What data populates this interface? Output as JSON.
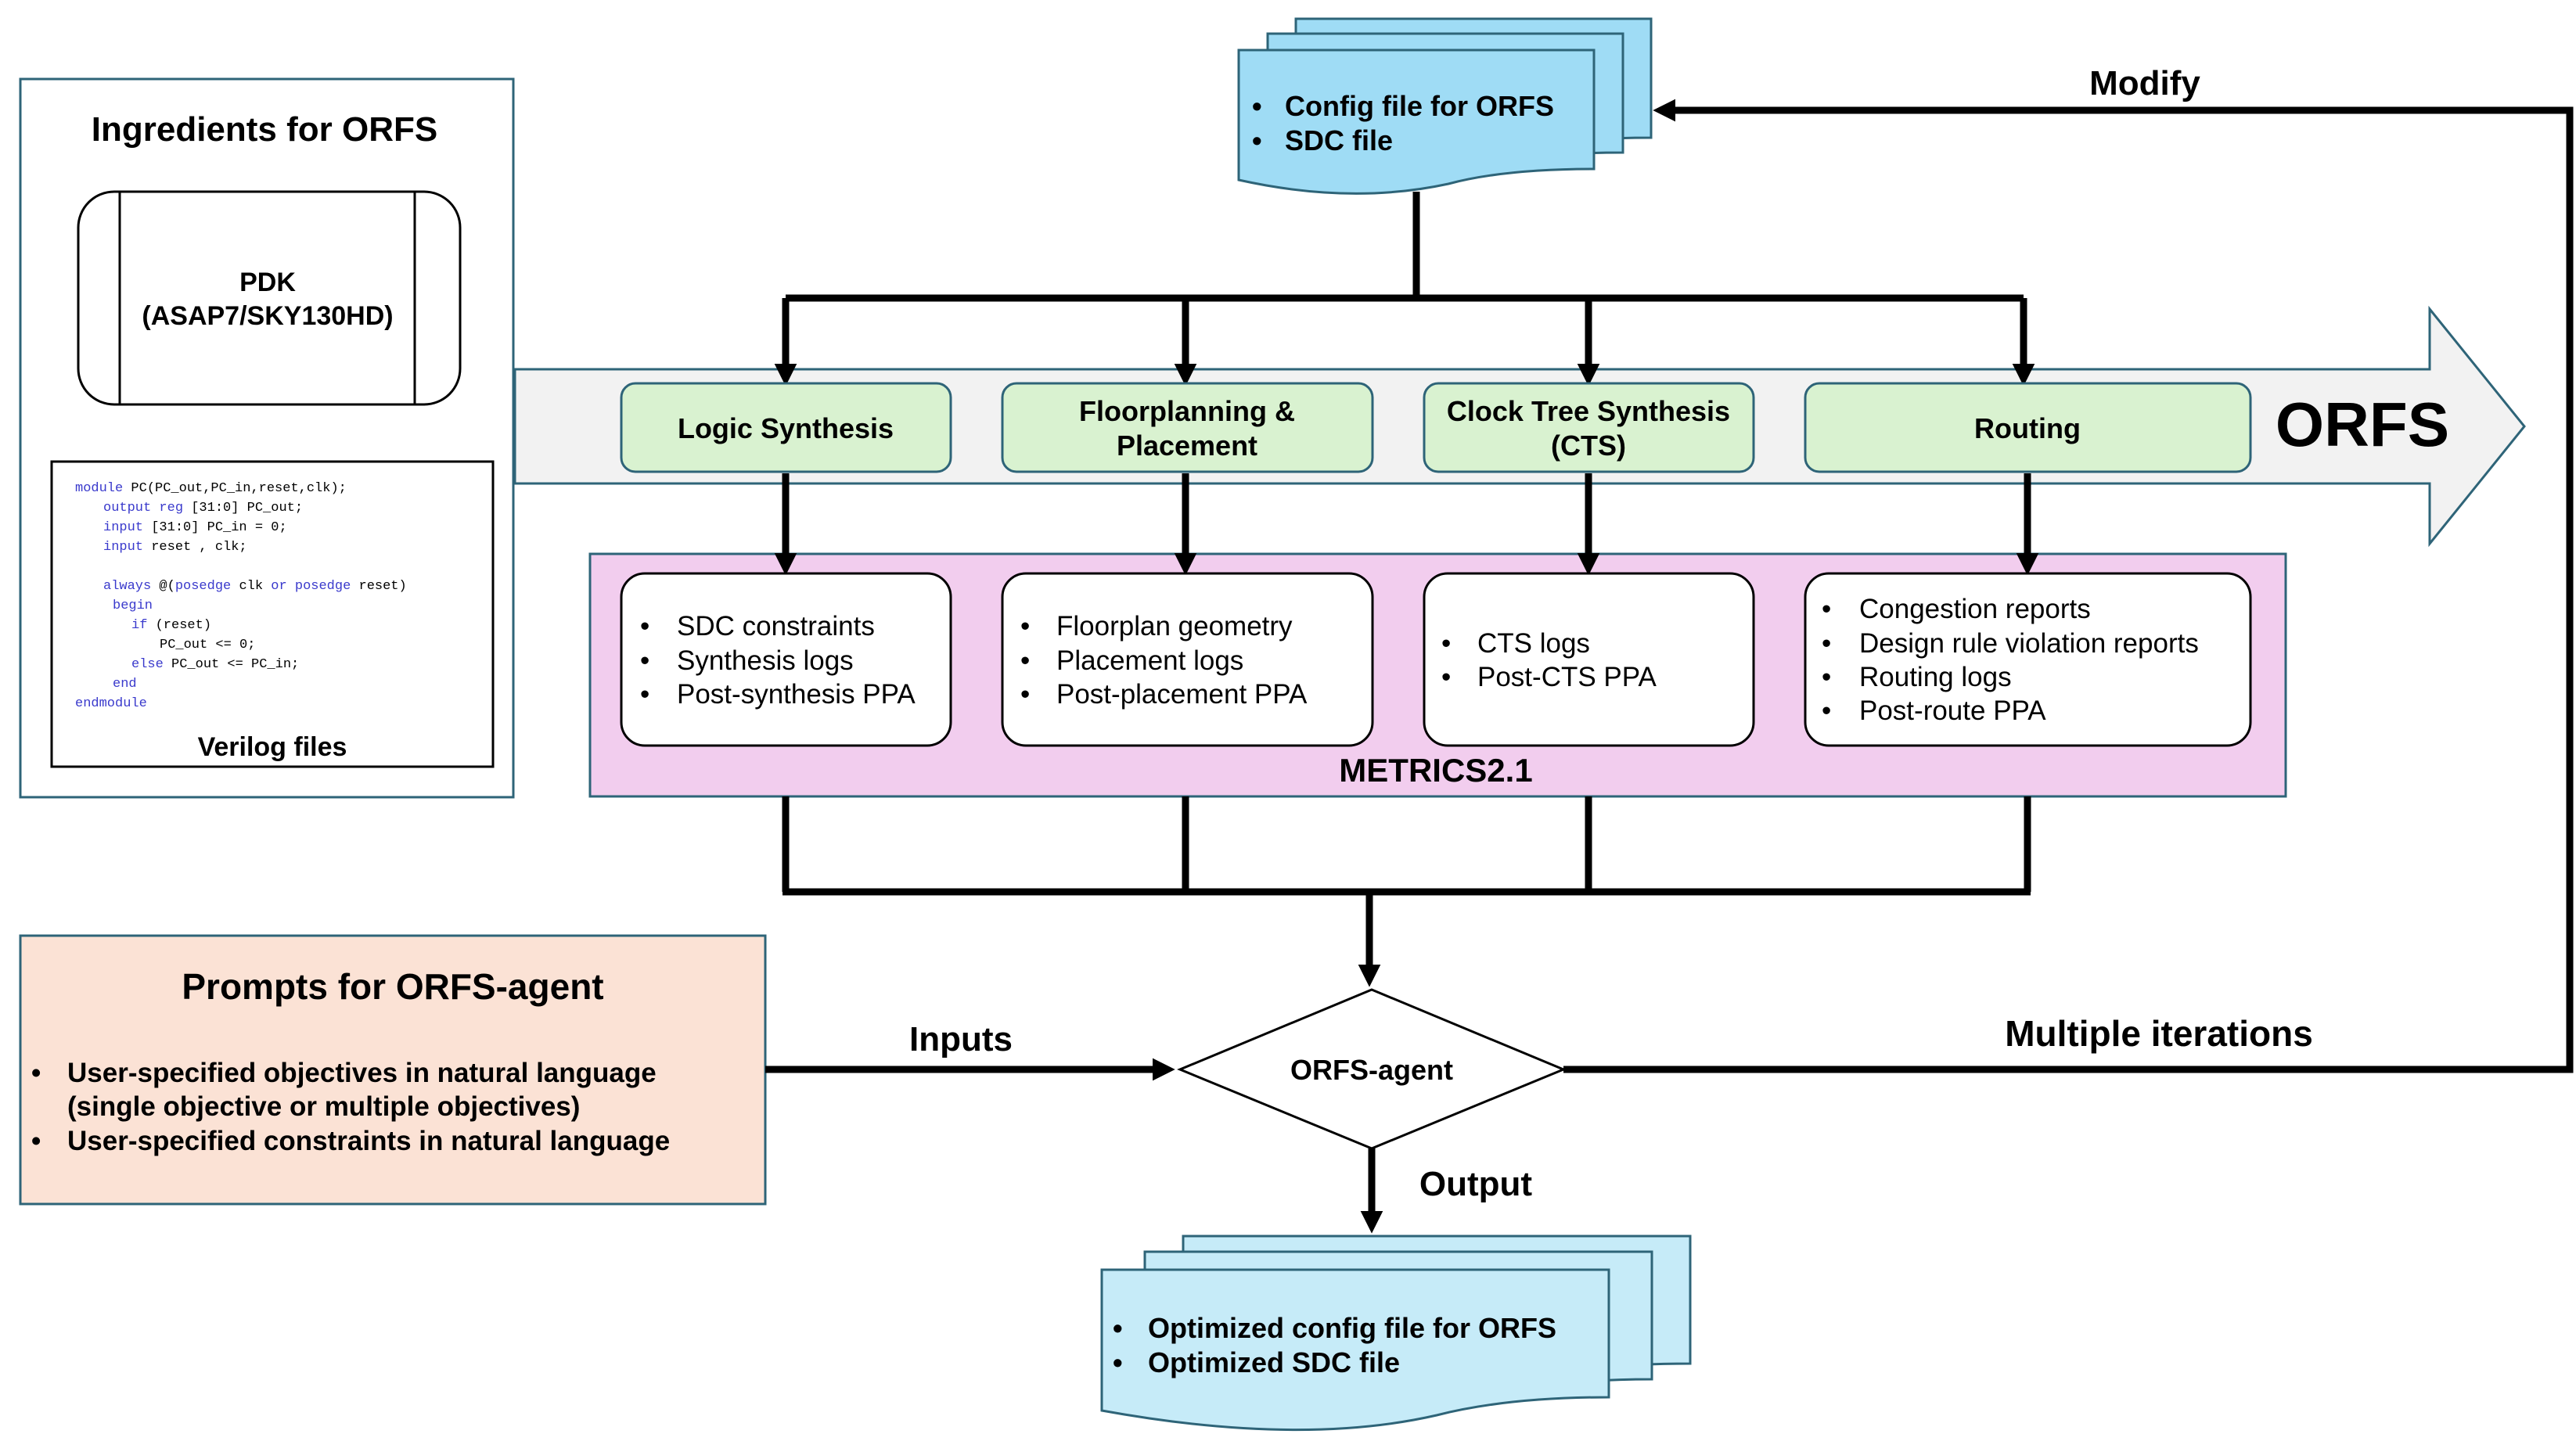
{
  "ingredients": {
    "title": "Ingredients for ORFS",
    "pdk_line1": "PDK",
    "pdk_line2": "(ASAP7/SKY130HD)",
    "verilog_label": "Verilog files",
    "code": {
      "l1_kw": "module",
      "l1_rest": " PC(PC_out,PC_in,reset,clk);",
      "l2_kw": "output",
      "l2_mid": " ",
      "l2_kw2": "reg",
      "l2_rest": " [31:0] PC_out;",
      "l3_kw": "input",
      "l3_rest": " [31:0] PC_in = 0;",
      "l4_kw": "input",
      "l4_rest": " reset , clk;",
      "l5_kw": "always",
      "l5_a": " @(",
      "l5_kw2": "posedge",
      "l5_b": " clk ",
      "l5_kw3": "or",
      "l5_c": " ",
      "l5_kw4": "posedge",
      "l5_d": " reset)",
      "l6_kw": "begin",
      "l7_kw": "if",
      "l7_rest": " (reset)",
      "l8": "PC_out <= 0;",
      "l9_kw": "else",
      "l9_rest": " PC_out <= PC_in;",
      "l10_kw": "end",
      "l11_kw": "endmodule"
    }
  },
  "config": {
    "item1": "Config file for ORFS",
    "item2": "SDC file"
  },
  "modify_label": "Modify",
  "orfs_label": "ORFS",
  "stages": [
    {
      "line1": "Logic Synthesis",
      "line2": ""
    },
    {
      "line1": "Floorplanning &",
      "line2": "Placement"
    },
    {
      "line1": "Clock Tree Synthesis",
      "line2": "(CTS)"
    },
    {
      "line1": "Routing",
      "line2": ""
    }
  ],
  "metrics": {
    "label": "METRICS2.1",
    "groups": [
      [
        "SDC constraints",
        "Synthesis logs",
        "Post-synthesis PPA"
      ],
      [
        "Floorplan geometry",
        "Placement logs",
        "Post-placement PPA"
      ],
      [
        "CTS logs",
        "Post-CTS PPA"
      ],
      [
        "Congestion reports",
        "Design rule violation reports",
        "Routing logs",
        "Post-route PPA"
      ]
    ]
  },
  "prompts": {
    "title": "Prompts for ORFS-agent",
    "item1_line1": "User-specified objectives in natural language",
    "item1_line2": "(single objective or multiple objectives)",
    "item2": "User-specified constraints in natural language"
  },
  "inputs_label": "Inputs",
  "agent_label": "ORFS-agent",
  "iterations_label": "Multiple iterations",
  "output_label": "Output",
  "optimized": {
    "item1": "Optimized config file for ORFS",
    "item2": "Optimized SDC file"
  },
  "bullet": "•",
  "colors": {
    "config_fill": "#9fdcf5",
    "output_fill": "#c6ebf8",
    "stage_fill": "#d9f2d0",
    "metrics_fill": "#f2cdee",
    "prompts_fill": "#fbe2d5",
    "orfs_arrow_fill": "#f2f2f2",
    "box_border": "#2e6478"
  }
}
